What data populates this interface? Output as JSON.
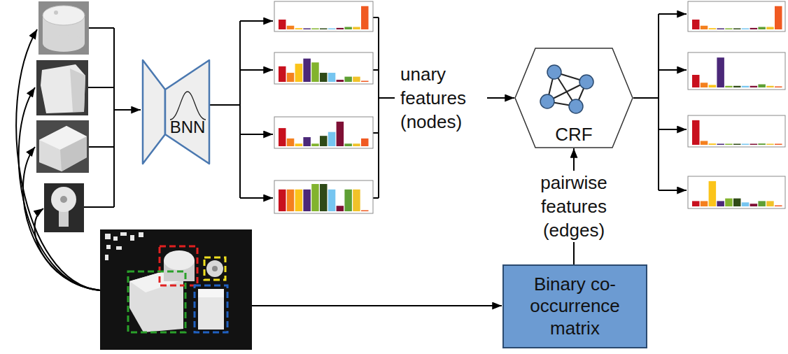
{
  "diagram": {
    "nodes": [
      {
        "text": [
          "BNN"
        ]
      },
      {
        "text": [
          "CRF"
        ]
      },
      {
        "text": [
          "Binary co-occurrence matrix"
        ]
      }
    ],
    "edges": [
      {
        "from": 2,
        "to": 1,
        "arrow": "to",
        "label": "pairwise features (edges)"
      }
    ],
    "labels": [
      "unary features (nodes)"
    ]
  }
}
